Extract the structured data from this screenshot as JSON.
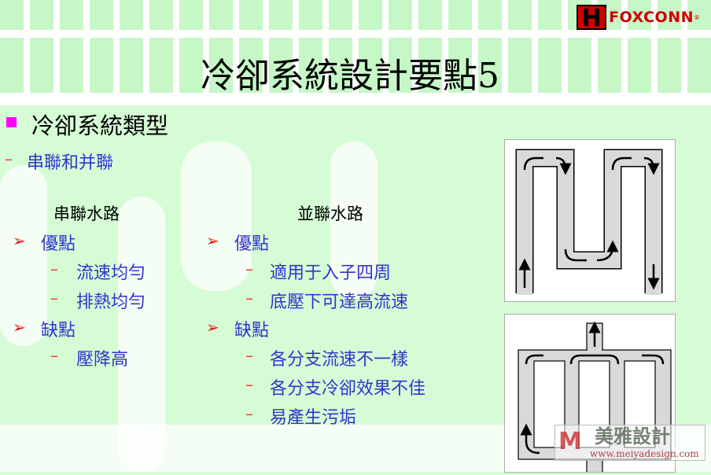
{
  "logo": {
    "mark": "H",
    "text": "FOXCONN",
    "reg": "®"
  },
  "title": "冷卻系統設計要點5",
  "heading": "冷卻系統類型",
  "subheading": {
    "dash": "–",
    "text": "串聯和并聯"
  },
  "series": {
    "title": "串聯水路",
    "pros_label": "優點",
    "pros": [
      "流速均勻",
      "排熱均勻"
    ],
    "cons_label": "缺點",
    "cons": [
      "壓降高"
    ]
  },
  "parallel": {
    "title": "並聯水路",
    "pros_label": "優點",
    "pros": [
      "適用于入子四周",
      "底壓下可達高流速"
    ],
    "cons_label": "缺點",
    "cons": [
      "各分支流速不一樣",
      "各分支冷卻效果不佳",
      "易產生污垢"
    ]
  },
  "bullet_arrow": "➢",
  "dash": "–",
  "watermark": {
    "mark": "M",
    "text": "美雅設計",
    "url": "www.meiyadesign.com"
  },
  "colors": {
    "text_blue": "#3333cc",
    "bullet_red": "#ee1111",
    "square": "#ff00ff",
    "bg": "#d6fcd6"
  }
}
